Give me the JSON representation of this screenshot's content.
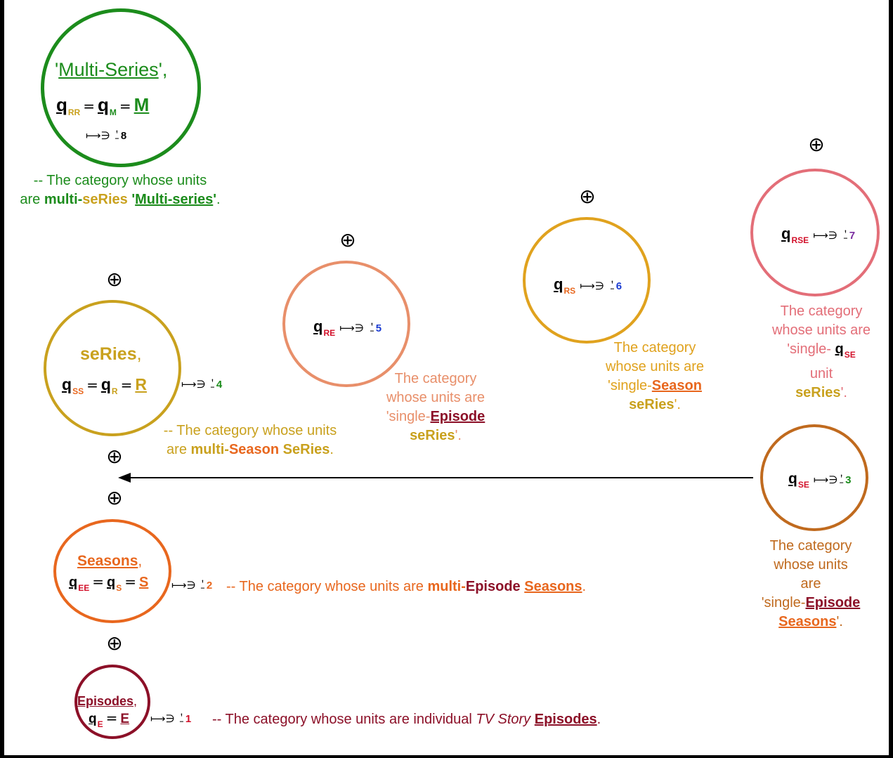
{
  "colors": {
    "green": "#1c8c1c",
    "gold": "#c9a11e",
    "orange": "#e8671e",
    "maroon": "#8c1028",
    "salmon": "#e88f6a",
    "amber": "#e0a21e",
    "pink": "#e36e78",
    "brown": "#c06a1e",
    "red": "#d2102a",
    "blue": "#1c3cd2",
    "purple": "#7a2ca0"
  },
  "symbols": {
    "oplus": "⊕",
    "maps": "⟼∋",
    "index_glyph": "⍘"
  },
  "multi_series": {
    "title": "Multi-Series",
    "q": "q",
    "sub1": "RR",
    "sub2": "M",
    "letter": "M",
    "index": "8",
    "desc_line1": "-- The category whose units",
    "desc_are": "are ",
    "desc_multi": "multi-",
    "desc_series": "seRies",
    "desc_title": "Multi-series"
  },
  "series": {
    "title": "seRies",
    "q": "q",
    "sub1": "SS",
    "sub2": "R",
    "letter": "R",
    "index": "4",
    "desc_line1": "-- The category whose units",
    "desc_are": "are ",
    "desc_multi": "multi-",
    "desc_season": "Season",
    "desc_series": "SeRies"
  },
  "single_episode_series": {
    "q": "q",
    "sub": "RE",
    "index": "5",
    "desc_line1": "The category",
    "desc_line2": "whose units are",
    "desc_single": "single-",
    "desc_episode": "Episode",
    "desc_series": "seRies"
  },
  "single_season_series": {
    "q": "q",
    "sub": "RS",
    "index": "6",
    "desc_line1": "The category",
    "desc_line2": "whose units are",
    "desc_single": "single-",
    "desc_season": "Season",
    "desc_series": "seRies"
  },
  "single_se_series": {
    "q": "q",
    "sub": "RSE",
    "index": "7",
    "desc_line1": "The category",
    "desc_line2": "whose units are",
    "desc_single": "single-",
    "desc_q": "q",
    "desc_sub": "SE",
    "desc_unit": "unit",
    "desc_series": "seRies"
  },
  "single_episode_seasons": {
    "q": "q",
    "sub": "SE",
    "index": "3",
    "desc_line1": "The category",
    "desc_line2": "whose units",
    "desc_line3": "are",
    "desc_single": "single-",
    "desc_episode": "Episode",
    "desc_seasons": "Seasons"
  },
  "seasons": {
    "title": "Seasons",
    "q": "q",
    "sub1": "EE",
    "sub2": "S",
    "letter": "S",
    "index": "2",
    "desc_intro": "-- The category whose units are ",
    "desc_multi": "multi-",
    "desc_episode": "Episode",
    "desc_seasons": "Seasons"
  },
  "episodes": {
    "title": "Episodes",
    "q": "q",
    "sub": "E",
    "letter": "E",
    "index": "1",
    "desc_intro": "-- The category whose units are individual ",
    "desc_tv": "TV Story",
    "desc_episodes": "Episodes"
  }
}
